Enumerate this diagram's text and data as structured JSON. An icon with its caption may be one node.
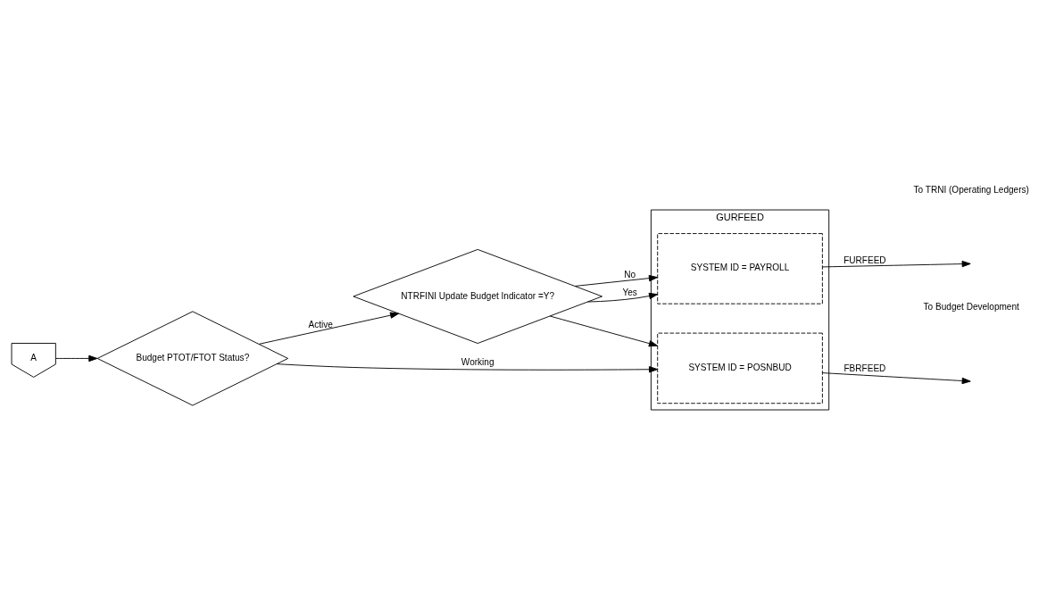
{
  "diagram": {
    "nodes": [
      {
        "text": [
          "A"
        ]
      },
      {
        "text": [
          "Budget PTOT/FTOT Status?"
        ]
      },
      {
        "text": [
          "NTRFINI Update Budget Indicator =Y?"
        ]
      },
      {
        "text": [
          "GURFEED"
        ]
      },
      {
        "text": [
          "SYSTEM ID = PAYROLL"
        ],
        "in": 3
      },
      {
        "text": [
          "SYSTEM ID = POSNBUD"
        ],
        "in": 3
      }
    ],
    "edges": [
      {
        "from": 0,
        "to": 1,
        "arrow": "to"
      },
      {
        "from": 1,
        "to": 2,
        "arrow": "to",
        "label": "Active"
      },
      {
        "from": 1,
        "to": 5,
        "arrow": "to",
        "label": "Working"
      },
      {
        "from": 2,
        "to": 4,
        "arrow": "to",
        "label": "No"
      },
      {
        "from": 2,
        "to": 4,
        "arrow": "to",
        "label": "Yes"
      },
      {
        "from": 2,
        "to": 5,
        "arrow": "to"
      },
      {
        "from": 4,
        "to": null,
        "arrow": "to",
        "label": "FURFEED"
      },
      {
        "from": 5,
        "to": null,
        "arrow": "to",
        "label": "FBRFEED"
      }
    ],
    "labels": [
      "To TRNI (Operating Ledgers)",
      "To Budget Development"
    ]
  }
}
